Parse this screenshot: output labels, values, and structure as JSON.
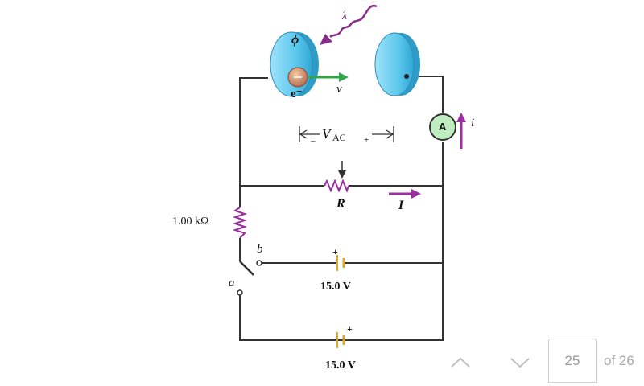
{
  "diagram": {
    "labels": {
      "lambda": "λ",
      "phi": "ϕ",
      "electron": "e⁻",
      "velocity": "v",
      "vac_main": "V",
      "vac_sub": "AC",
      "vac_minus": "–",
      "vac_plus": "+",
      "ammeter": "A",
      "current_small": "i",
      "resistor_variable": "R",
      "current_big": "I",
      "resistor_fixed": "1.00 kΩ",
      "node_b": "b",
      "node_a": "a",
      "battery_top": "15.0 V",
      "battery_bottom": "15.0 V",
      "battery_plus": "+"
    },
    "colors": {
      "wire": "#333333",
      "plate": "#5cc8ee",
      "photon": "#8a2d8a",
      "resistor": "#9b2fa0",
      "velocity_arrow": "#2fa84a",
      "battery_plate": "#e5a52a",
      "ammeter_fill": "#bfeec0"
    }
  },
  "pager": {
    "prev_icon": "chevron-up-icon",
    "next_icon": "chevron-down-icon",
    "current_page": "25",
    "total_label": "of 26"
  }
}
